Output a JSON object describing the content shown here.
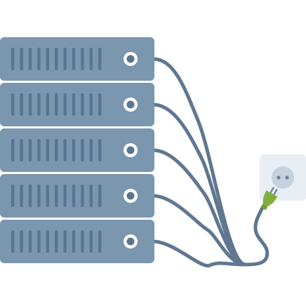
{
  "illustration": {
    "servers": [
      {
        "id": 1
      },
      {
        "id": 2
      },
      {
        "id": 3
      },
      {
        "id": 4
      },
      {
        "id": 5
      }
    ],
    "colors": {
      "server_body": "#7b96af",
      "vent_slot": "#5a7590",
      "power_led_ring": "#ffffff",
      "power_led_center": "#5a7590",
      "cable": "#5f7790",
      "outlet_plate": "#e8eef3",
      "outlet_socket": "#c5d2de",
      "outlet_holes": "#6e8297",
      "plug_body": "#7fae3a",
      "plug_prongs": "#6e8297"
    },
    "icons": {
      "server": "server-rack-icon",
      "outlet": "power-outlet-icon",
      "plug": "power-plug-icon",
      "power_led": "power-led-icon"
    }
  }
}
